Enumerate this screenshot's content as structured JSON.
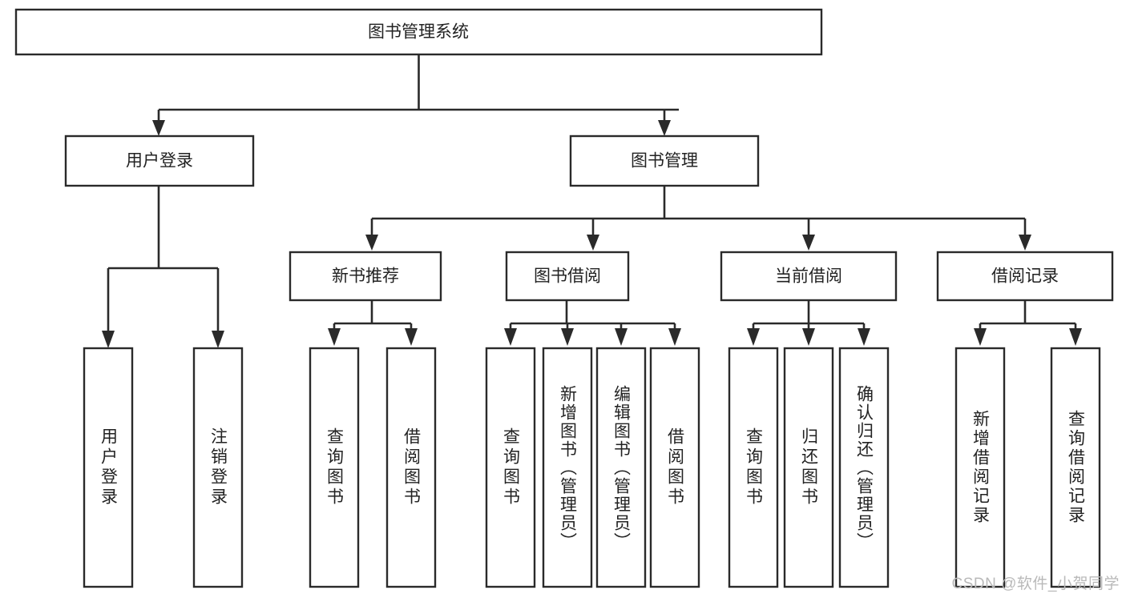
{
  "diagram": {
    "type": "tree-hierarchy",
    "title": "图书管理系统",
    "watermark": "CSDN @软件_小贺同学",
    "colors": {
      "stroke": "#2a2a2a",
      "fill": "#ffffff",
      "text": "#222222",
      "watermark": "#b9b9b9"
    },
    "root": {
      "label": "图书管理系统"
    },
    "level2": [
      {
        "label": "用户登录"
      },
      {
        "label": "图书管理"
      }
    ],
    "level3": [
      {
        "label": "新书推荐"
      },
      {
        "label": "图书借阅"
      },
      {
        "label": "当前借阅"
      },
      {
        "label": "借阅记录"
      }
    ],
    "leaves": {
      "user_login": [
        {
          "label": "用户登录"
        },
        {
          "label": "注销登录"
        }
      ],
      "new_book_recommend": [
        {
          "label": "查询图书"
        },
        {
          "label": "借阅图书"
        }
      ],
      "book_borrow": [
        {
          "label": "查询图书"
        },
        {
          "label": "新增图书（管理员）"
        },
        {
          "label": "编辑图书（管理员）"
        },
        {
          "label": "借阅图书"
        }
      ],
      "current_borrow": [
        {
          "label": "查询图书"
        },
        {
          "label": "归还图书"
        },
        {
          "label": "确认归还（管理员）"
        }
      ],
      "borrow_record": [
        {
          "label": "新增借阅记录"
        },
        {
          "label": "查询借阅记录"
        }
      ]
    }
  }
}
